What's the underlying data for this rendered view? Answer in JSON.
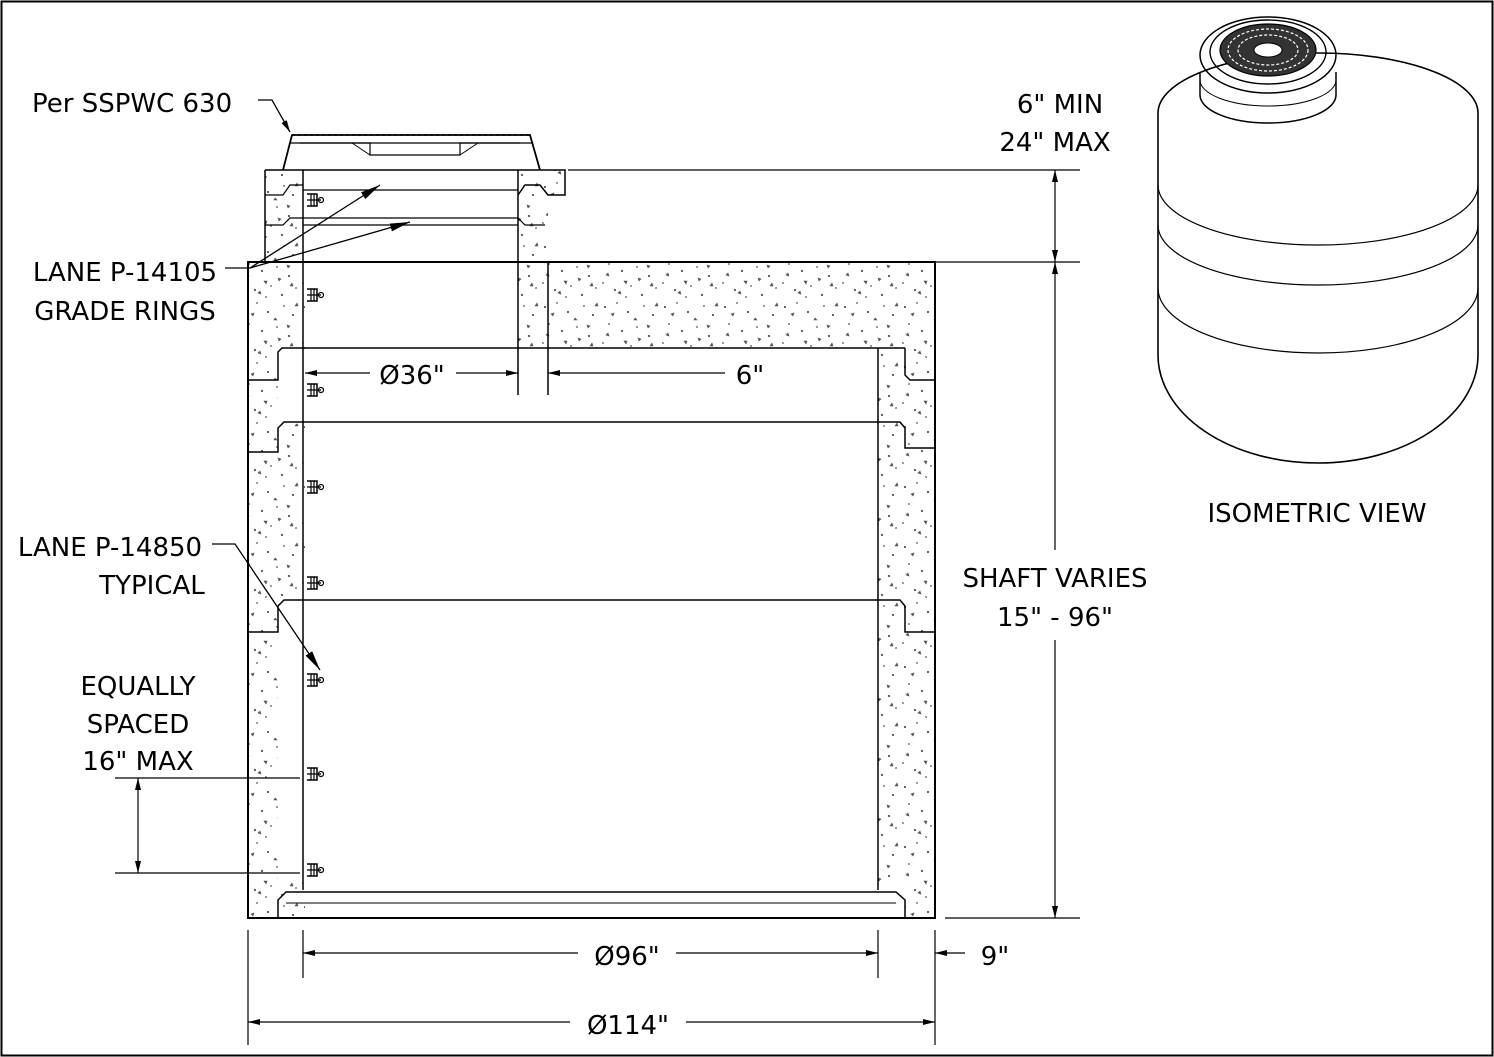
{
  "labels": {
    "cover_note": "Per SSPWC 630",
    "grade_rings_line1": "LANE P-14105",
    "grade_rings_line2": "GRADE RINGS",
    "steps_line1": "LANE P-14850",
    "steps_line2": "TYPICAL",
    "spacing_line1": "EQUALLY",
    "spacing_line2": "SPACED",
    "spacing_line3": "16\" MAX",
    "ring_height_line1": "6\" MIN",
    "ring_height_line2": "24\" MAX",
    "shaft_line1": "SHAFT VARIES",
    "shaft_line2": "15\" - 96\"",
    "iso_view": "ISOMETRIC VIEW"
  },
  "dimensions": {
    "opening_dia": "Ø36\"",
    "offset": "6\"",
    "inner_dia": "Ø96\"",
    "wall": "9\"",
    "outer_dia": "Ø114\""
  },
  "colors": {
    "line": "#000000",
    "concrete_speckle": "#555555"
  }
}
